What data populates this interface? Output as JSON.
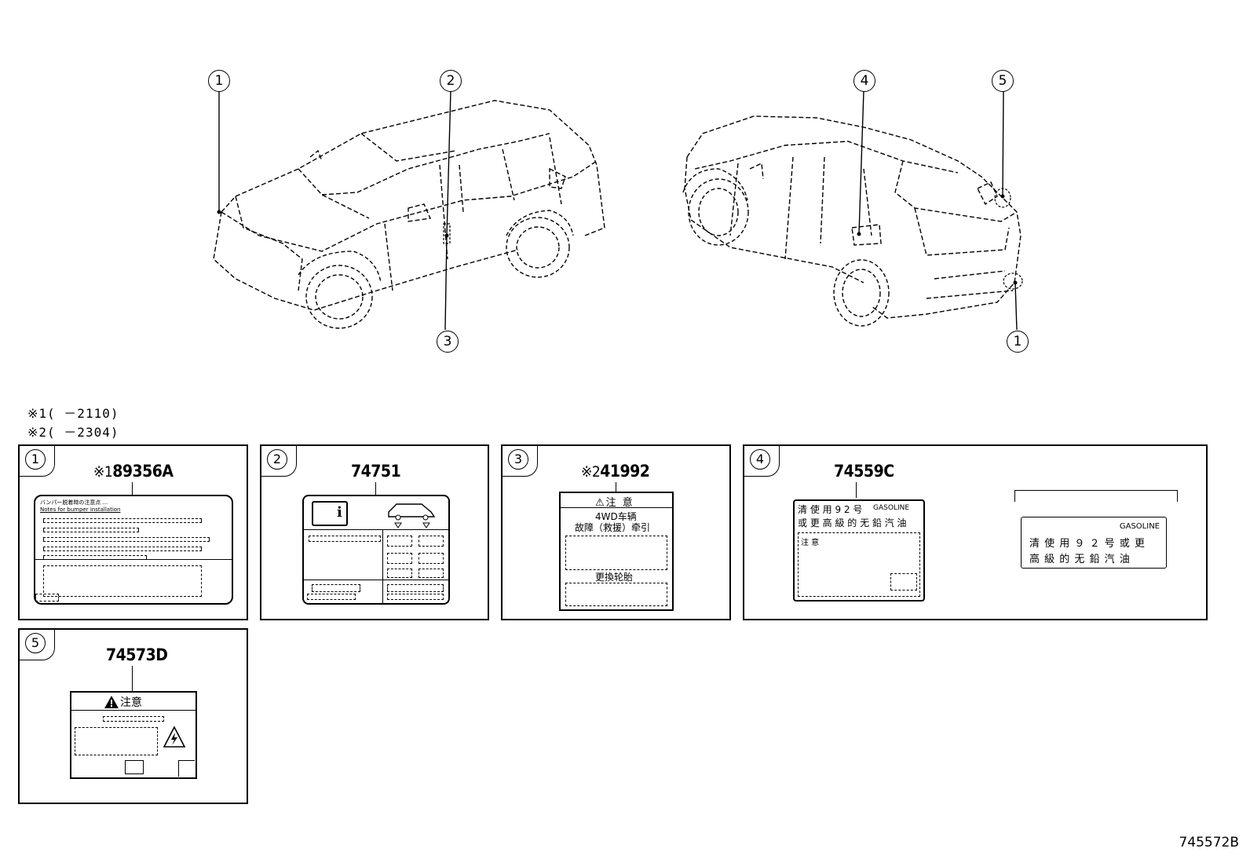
{
  "callouts": {
    "front_1": "1",
    "front_2": "2",
    "front_3": "3",
    "rear_4": "4",
    "rear_5": "5",
    "rear_1": "1"
  },
  "notes": [
    "※1(      －2110)",
    "※2(      －2304)"
  ],
  "panels": [
    {
      "tag": "1",
      "ast": "※1",
      "part_no": "89356A",
      "label_lines": [
        "バンパー脱着時の注意点 ...",
        "Notes for bumper installation"
      ]
    },
    {
      "tag": "2",
      "ast": "",
      "part_no": "74751"
    },
    {
      "tag": "3",
      "ast": "※2",
      "part_no": "41992",
      "label_head": "⚠注 意",
      "label_lines": [
        "4WD车辆",
        "故障（救援）牵引",
        "更換轮胎"
      ]
    },
    {
      "tag": "4",
      "ast": "",
      "part_no": "74559C",
      "label_line1": "清 使 用 9 2 号",
      "label_line1b": "GASOLINE",
      "label_line2": "或 更 高 級 的 无 鉛 汽 油",
      "label_note": "注 意",
      "detail_brand": "GASOLINE",
      "detail_line1": "清 使 用 ９ ２ 号 或 更",
      "detail_line2": "高 級 的 无 鉛 汽 油"
    },
    {
      "tag": "5",
      "ast": "",
      "part_no": "74573D",
      "label_head": "注意"
    }
  ],
  "figure_id": "745572B"
}
